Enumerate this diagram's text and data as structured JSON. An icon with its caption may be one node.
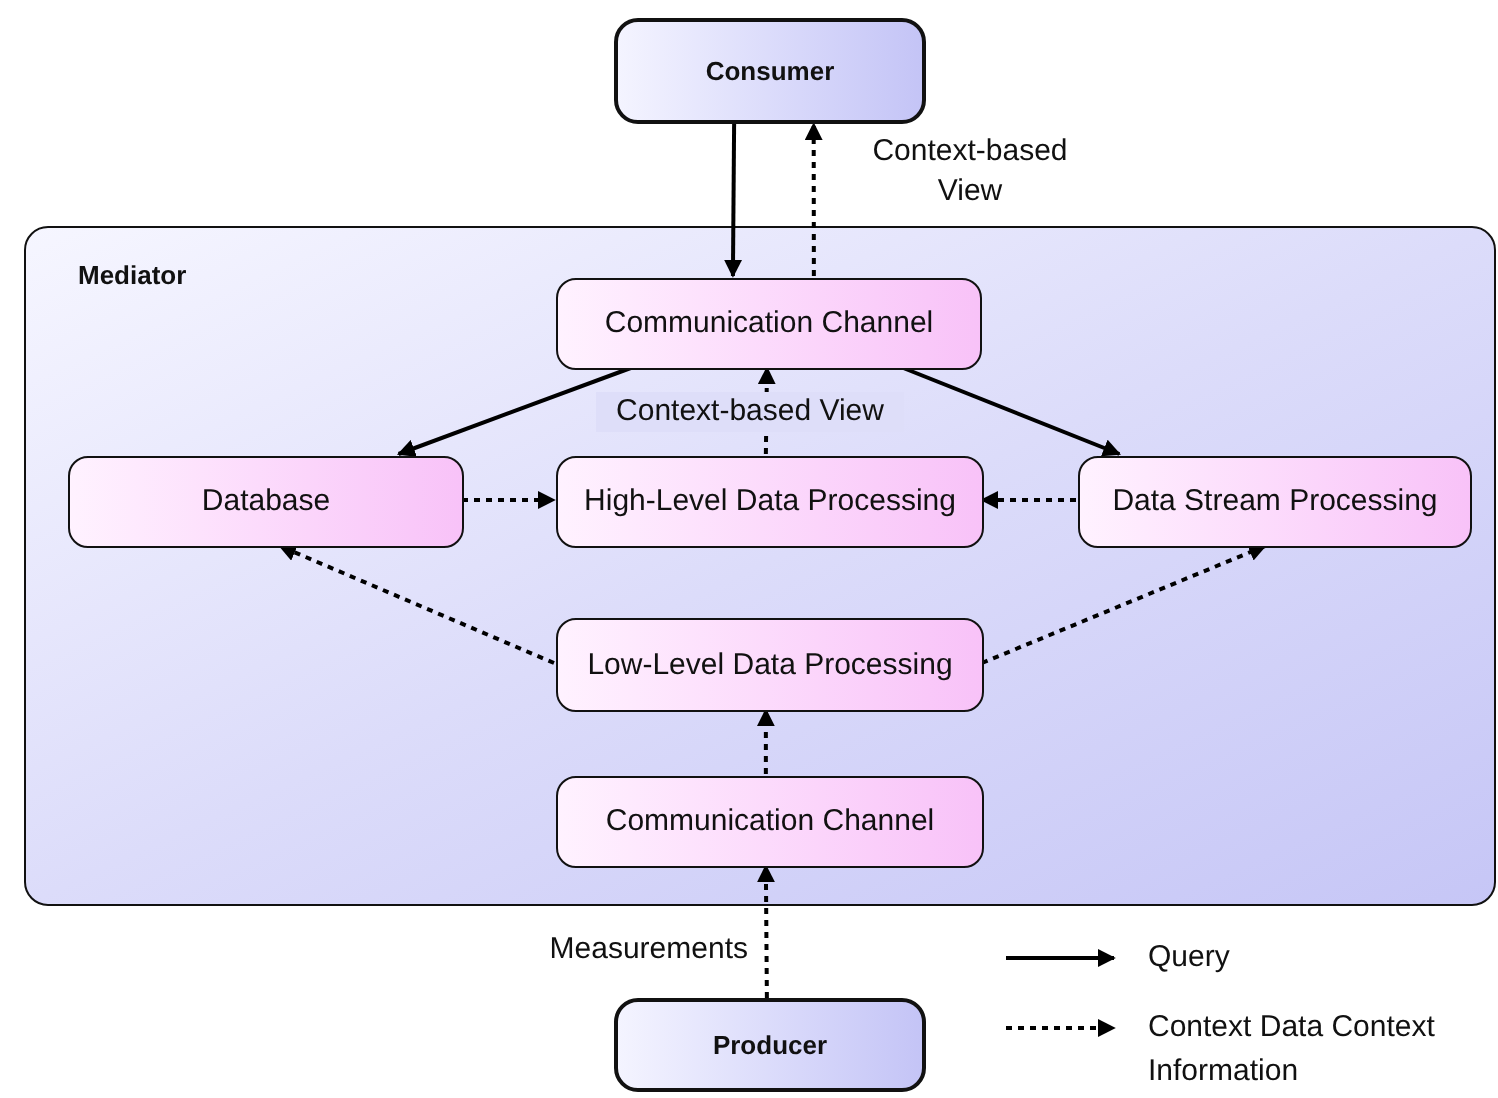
{
  "diagram": {
    "nodes": [
      {
        "text": [
          "Consumer"
        ]
      },
      {
        "text": [
          "Mediator"
        ]
      },
      {
        "text": [
          "Communication Channel"
        ],
        "in": 1
      },
      {
        "text": [
          "Database"
        ],
        "in": 1
      },
      {
        "text": [
          "High-Level Data Processing"
        ],
        "in": 1
      },
      {
        "text": [
          "Data Stream Processing"
        ],
        "in": 1
      },
      {
        "text": [
          "Low-Level Data Processing"
        ],
        "in": 1
      },
      {
        "text": [
          "Communication Channel"
        ],
        "in": 1
      },
      {
        "text": [
          "Producer"
        ]
      }
    ],
    "edges": [
      {
        "from": 0,
        "to": 2,
        "arrow": "to"
      },
      {
        "from": 2,
        "to": 0,
        "arrow": "to",
        "style": "dashed",
        "label": "Context-based View"
      },
      {
        "from": 2,
        "to": 3,
        "arrow": "to"
      },
      {
        "from": 2,
        "to": 5,
        "arrow": "to"
      },
      {
        "from": 4,
        "to": 2,
        "arrow": "to",
        "style": "dashed",
        "label": "Context-based View"
      },
      {
        "from": 3,
        "to": 4,
        "arrow": "to",
        "style": "dashed"
      },
      {
        "from": 5,
        "to": 4,
        "arrow": "to",
        "style": "dashed"
      },
      {
        "from": 6,
        "to": 3,
        "arrow": "to",
        "style": "dashed"
      },
      {
        "from": 6,
        "to": 5,
        "arrow": "to",
        "style": "dashed"
      },
      {
        "from": 7,
        "to": 6,
        "arrow": "to",
        "style": "dashed"
      },
      {
        "from": 8,
        "to": 7,
        "arrow": "to",
        "style": "dashed",
        "label": "Measurements"
      }
    ],
    "legend": [
      {
        "text": "Query"
      },
      {
        "text": "Context Data Context Information"
      }
    ]
  }
}
